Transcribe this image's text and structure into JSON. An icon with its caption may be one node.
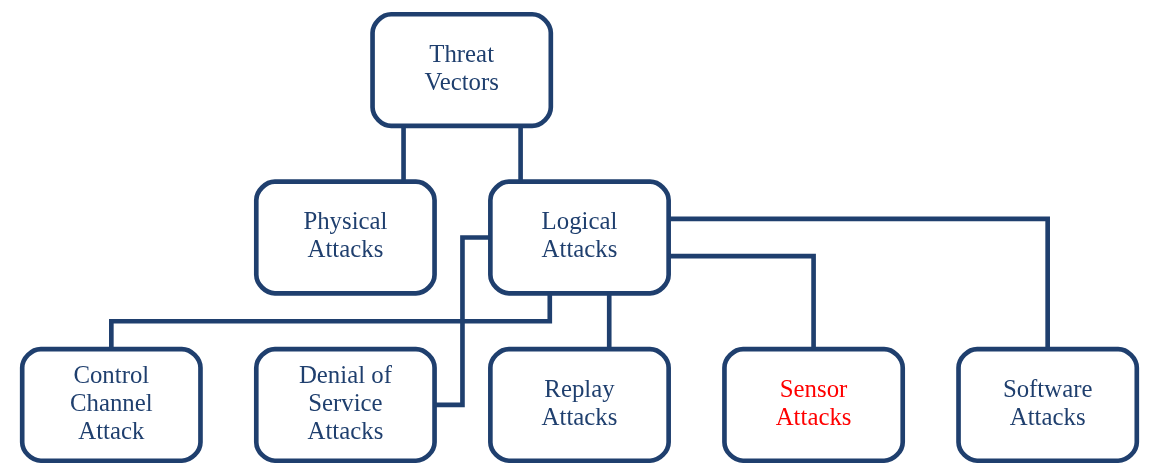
{
  "diagram": {
    "nodes": [
      {
        "text": [
          "Threat Vectors"
        ]
      },
      {
        "text": [
          "Physical Attacks"
        ]
      },
      {
        "text": [
          "Logical Attacks"
        ]
      },
      {
        "text": [
          "Control Channel Attack"
        ]
      },
      {
        "text": [
          "Denial of Service Attacks"
        ]
      },
      {
        "text": [
          "Replay Attacks"
        ]
      },
      {
        "text": [
          "Sensor Attacks"
        ]
      },
      {
        "text": [
          "Software Attacks"
        ]
      }
    ],
    "edges": [
      {
        "from": 0,
        "to": 1,
        "arrow": "none"
      },
      {
        "from": 0,
        "to": 2,
        "arrow": "none"
      },
      {
        "from": 2,
        "to": 3,
        "arrow": "none"
      },
      {
        "from": 2,
        "to": 4,
        "arrow": "none"
      },
      {
        "from": 2,
        "to": 5,
        "arrow": "none"
      },
      {
        "from": 2,
        "to": 6,
        "arrow": "none"
      },
      {
        "from": 2,
        "to": 7,
        "arrow": "none"
      }
    ]
  }
}
